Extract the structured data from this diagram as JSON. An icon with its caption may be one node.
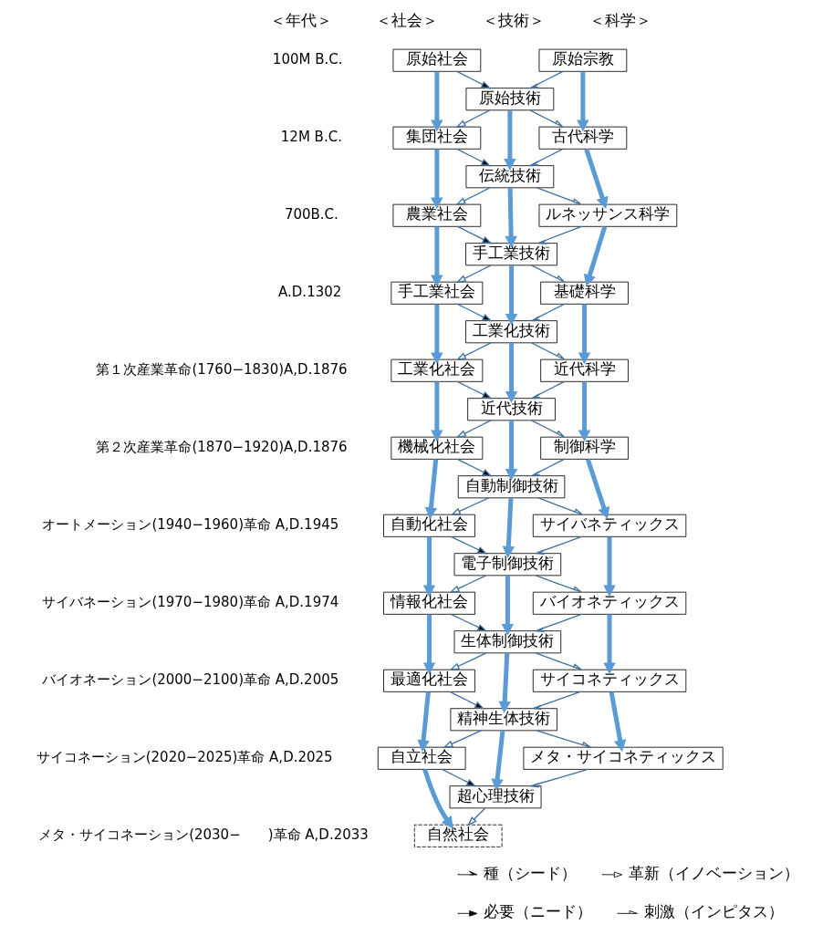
{
  "diagram": {
    "nodes": [
      {
        "text": [
          "原始社会"
        ]
      },
      {
        "text": [
          "原始宗教"
        ]
      },
      {
        "text": [
          "原始技術"
        ]
      },
      {
        "text": [
          "集団社会"
        ]
      },
      {
        "text": [
          "古代科学"
        ]
      },
      {
        "text": [
          "伝統技術"
        ]
      },
      {
        "text": [
          "農業社会"
        ]
      },
      {
        "text": [
          "ルネッサンス科学"
        ]
      },
      {
        "text": [
          "手工業技術"
        ]
      },
      {
        "text": [
          "手工業社会"
        ]
      },
      {
        "text": [
          "基礎科学"
        ]
      },
      {
        "text": [
          "工業化技術"
        ]
      },
      {
        "text": [
          "工業化社会"
        ]
      },
      {
        "text": [
          "近代科学"
        ]
      },
      {
        "text": [
          "近代技術"
        ]
      },
      {
        "text": [
          "機械化社会"
        ]
      },
      {
        "text": [
          "制御科学"
        ]
      },
      {
        "text": [
          "自動制御技術"
        ]
      },
      {
        "text": [
          "自動化社会"
        ]
      },
      {
        "text": [
          "サイバネティックス"
        ]
      },
      {
        "text": [
          "電子制御技術"
        ]
      },
      {
        "text": [
          "情報化社会"
        ]
      },
      {
        "text": [
          "バイオネティックス"
        ]
      },
      {
        "text": [
          "生体制御技術"
        ]
      },
      {
        "text": [
          "最適化社会"
        ]
      },
      {
        "text": [
          "サイコネティックス"
        ]
      },
      {
        "text": [
          "精神生体技術"
        ]
      },
      {
        "text": [
          "自立社会"
        ]
      },
      {
        "text": [
          "メタ・サイコネティックス"
        ]
      },
      {
        "text": [
          "超心理技術"
        ]
      },
      {
        "text": [
          "自然社会"
        ]
      }
    ],
    "edges": [
      {
        "from": 0,
        "to": 2,
        "arrow": "to"
      },
      {
        "from": 1,
        "to": 2,
        "arrow": "to"
      },
      {
        "from": 2,
        "to": 3,
        "arrow": "to"
      },
      {
        "from": 2,
        "to": 4,
        "arrow": "to"
      },
      {
        "from": 0,
        "to": 3,
        "arrow": "to",
        "style": "thick",
        "color": "#5b9bd5"
      },
      {
        "from": 2,
        "to": 5,
        "arrow": "to",
        "style": "thick",
        "color": "#5b9bd5"
      },
      {
        "from": 1,
        "to": 4,
        "arrow": "to",
        "style": "thick",
        "color": "#5b9bd5"
      },
      {
        "from": 3,
        "to": 5,
        "arrow": "to"
      },
      {
        "from": 4,
        "to": 5,
        "arrow": "to"
      },
      {
        "from": 5,
        "to": 6,
        "arrow": "to"
      },
      {
        "from": 5,
        "to": 7,
        "arrow": "to"
      },
      {
        "from": 3,
        "to": 6,
        "arrow": "to",
        "style": "thick",
        "color": "#5b9bd5"
      },
      {
        "from": 5,
        "to": 8,
        "arrow": "to",
        "style": "thick",
        "color": "#5b9bd5"
      },
      {
        "from": 4,
        "to": 7,
        "arrow": "to",
        "style": "thick",
        "color": "#5b9bd5"
      },
      {
        "from": 6,
        "to": 8,
        "arrow": "to"
      },
      {
        "from": 7,
        "to": 8,
        "arrow": "to"
      },
      {
        "from": 8,
        "to": 9,
        "arrow": "to"
      },
      {
        "from": 8,
        "to": 10,
        "arrow": "to"
      },
      {
        "from": 6,
        "to": 9,
        "arrow": "to",
        "style": "thick",
        "color": "#5b9bd5"
      },
      {
        "from": 8,
        "to": 11,
        "arrow": "to",
        "style": "thick",
        "color": "#5b9bd5"
      },
      {
        "from": 7,
        "to": 10,
        "arrow": "to",
        "style": "thick",
        "color": "#5b9bd5"
      },
      {
        "from": 9,
        "to": 11,
        "arrow": "to"
      },
      {
        "from": 10,
        "to": 11,
        "arrow": "to"
      },
      {
        "from": 11,
        "to": 12,
        "arrow": "to"
      },
      {
        "from": 11,
        "to": 13,
        "arrow": "to"
      },
      {
        "from": 9,
        "to": 12,
        "arrow": "to",
        "style": "thick",
        "color": "#5b9bd5"
      },
      {
        "from": 11,
        "to": 14,
        "arrow": "to",
        "style": "thick",
        "color": "#5b9bd5"
      },
      {
        "from": 10,
        "to": 13,
        "arrow": "to",
        "style": "thick",
        "color": "#5b9bd5"
      },
      {
        "from": 12,
        "to": 14,
        "arrow": "to"
      },
      {
        "from": 13,
        "to": 14,
        "arrow": "to"
      },
      {
        "from": 14,
        "to": 15,
        "arrow": "to"
      },
      {
        "from": 14,
        "to": 16,
        "arrow": "to"
      },
      {
        "from": 12,
        "to": 15,
        "arrow": "to",
        "style": "thick",
        "color": "#5b9bd5"
      },
      {
        "from": 14,
        "to": 17,
        "arrow": "to",
        "style": "thick",
        "color": "#5b9bd5"
      },
      {
        "from": 13,
        "to": 16,
        "arrow": "to",
        "style": "thick",
        "color": "#5b9bd5"
      },
      {
        "from": 15,
        "to": 17,
        "arrow": "to"
      },
      {
        "from": 16,
        "to": 17,
        "arrow": "to"
      },
      {
        "from": 17,
        "to": 18,
        "arrow": "to"
      },
      {
        "from": 17,
        "to": 19,
        "arrow": "to"
      },
      {
        "from": 15,
        "to": 18,
        "arrow": "to",
        "style": "thick",
        "color": "#5b9bd5"
      },
      {
        "from": 17,
        "to": 20,
        "arrow": "to",
        "style": "thick",
        "color": "#5b9bd5"
      },
      {
        "from": 16,
        "to": 19,
        "arrow": "to",
        "style": "thick",
        "color": "#5b9bd5"
      },
      {
        "from": 18,
        "to": 20,
        "arrow": "to"
      },
      {
        "from": 19,
        "to": 20,
        "arrow": "to"
      },
      {
        "from": 20,
        "to": 21,
        "arrow": "to"
      },
      {
        "from": 20,
        "to": 22,
        "arrow": "to"
      },
      {
        "from": 18,
        "to": 21,
        "arrow": "to",
        "style": "thick",
        "color": "#5b9bd5"
      },
      {
        "from": 20,
        "to": 23,
        "arrow": "to",
        "style": "thick",
        "color": "#5b9bd5"
      },
      {
        "from": 19,
        "to": 22,
        "arrow": "to",
        "style": "thick",
        "color": "#5b9bd5"
      },
      {
        "from": 21,
        "to": 23,
        "arrow": "to"
      },
      {
        "from": 22,
        "to": 23,
        "arrow": "to"
      },
      {
        "from": 23,
        "to": 24,
        "arrow": "to"
      },
      {
        "from": 23,
        "to": 25,
        "arrow": "to"
      },
      {
        "from": 21,
        "to": 24,
        "arrow": "to",
        "style": "thick",
        "color": "#5b9bd5"
      },
      {
        "from": 23,
        "to": 26,
        "arrow": "to",
        "style": "thick",
        "color": "#5b9bd5"
      },
      {
        "from": 22,
        "to": 25,
        "arrow": "to",
        "style": "thick",
        "color": "#5b9bd5"
      },
      {
        "from": 24,
        "to": 26,
        "arrow": "to"
      },
      {
        "from": 25,
        "to": 26,
        "arrow": "to"
      },
      {
        "from": 26,
        "to": 27,
        "arrow": "to"
      },
      {
        "from": 26,
        "to": 28,
        "arrow": "to"
      },
      {
        "from": 24,
        "to": 27,
        "arrow": "to",
        "style": "thick",
        "color": "#5b9bd5"
      },
      {
        "from": 26,
        "to": 29,
        "arrow": "to",
        "style": "thick",
        "color": "#5b9bd5"
      },
      {
        "from": 25,
        "to": 28,
        "arrow": "to",
        "style": "thick",
        "color": "#5b9bd5"
      },
      {
        "from": 27,
        "to": 29,
        "arrow": "to"
      },
      {
        "from": 28,
        "to": 29,
        "arrow": "to"
      },
      {
        "from": 29,
        "to": 30,
        "arrow": "to"
      },
      {
        "from": 27,
        "to": 30,
        "arrow": "to",
        "style": "thick",
        "color": "#5b9bd5"
      }
    ],
    "labels": [
      "＜年代＞",
      "＜社会＞",
      "＜技術＞",
      "＜科学＞",
      "100M B.C.",
      "12M B.C.",
      "700B.C.",
      "A.D.1302",
      "第１次産業革命(1760−1830)A,D.1876",
      "第２次産業革命(1870−1920)A,D.1876",
      "オートメーション(1940−1960)革命 A,D.1945",
      "サイバネーション(1970−1980)革命 A,D.1974",
      "バイオネーション(2000−2100)革命 A,D.2005",
      "サイコネーション(2020−2025)革命 A,D.2025",
      "メタ・サイコネーション(2030−　　)革命 A,D.2033"
    ],
    "legend": [
      {
        "text": "種（シード）"
      },
      {
        "text": "革新（イノベーション）"
      },
      {
        "text": "必要（ニード）"
      },
      {
        "text": "刺激（インピタス）"
      }
    ]
  }
}
